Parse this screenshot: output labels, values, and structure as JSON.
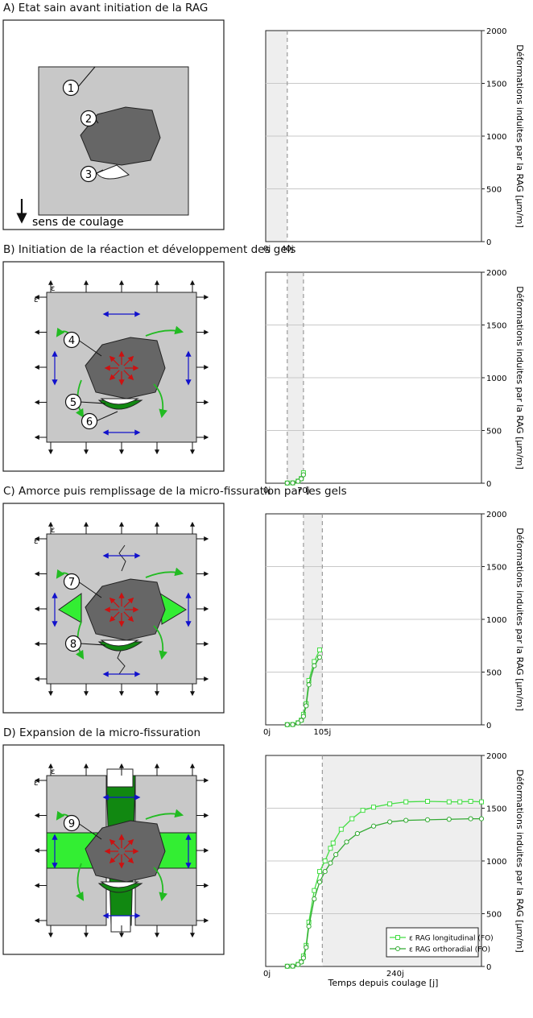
{
  "panels": [
    {
      "title": "A) Etat sain avant initiation de la RAG",
      "flow_label": "sens de coulage",
      "callouts": [
        "1",
        "2",
        "3"
      ],
      "shade": [
        0,
        40
      ],
      "ticks": [
        "0j",
        "40j"
      ],
      "series_long": [],
      "series_orth": []
    },
    {
      "title": "B) Initiation de la réaction et développement des gels",
      "callouts": [
        "4",
        "5",
        "6"
      ],
      "shade": [
        40,
        70
      ],
      "ticks": [
        "0j",
        "70j"
      ],
      "series_long": [
        [
          40,
          2
        ],
        [
          50,
          3
        ],
        [
          60,
          20
        ],
        [
          66,
          45
        ],
        [
          70,
          100
        ]
      ],
      "series_orth": [
        [
          40,
          2
        ],
        [
          50,
          3
        ],
        [
          60,
          18
        ],
        [
          66,
          42
        ],
        [
          70,
          80
        ]
      ]
    },
    {
      "title": "C) Amorce puis remplissage de la micro-fissuration par les gels",
      "callouts": [
        "7",
        "8"
      ],
      "shade": [
        70,
        105
      ],
      "ticks": [
        "0j",
        "105j"
      ],
      "series_long": [
        [
          40,
          2
        ],
        [
          50,
          3
        ],
        [
          60,
          20
        ],
        [
          66,
          45
        ],
        [
          70,
          100
        ],
        [
          75,
          200
        ],
        [
          80,
          420
        ],
        [
          90,
          600
        ],
        [
          100,
          710
        ]
      ],
      "series_orth": [
        [
          40,
          2
        ],
        [
          50,
          3
        ],
        [
          60,
          18
        ],
        [
          66,
          42
        ],
        [
          70,
          80
        ],
        [
          75,
          180
        ],
        [
          80,
          380
        ],
        [
          90,
          560
        ],
        [
          100,
          640
        ]
      ]
    },
    {
      "title": "D) Expansion de la micro-fissuration",
      "callouts": [
        "9"
      ],
      "shade": [
        105,
        400
      ],
      "ticks": [
        "0j",
        "240j"
      ],
      "series_long": [
        [
          40,
          2
        ],
        [
          50,
          3
        ],
        [
          60,
          20
        ],
        [
          66,
          45
        ],
        [
          70,
          100
        ],
        [
          75,
          200
        ],
        [
          80,
          420
        ],
        [
          90,
          720
        ],
        [
          100,
          900
        ],
        [
          110,
          1000
        ],
        [
          120,
          1120
        ],
        [
          125,
          1170
        ],
        [
          140,
          1300
        ],
        [
          160,
          1400
        ],
        [
          180,
          1480
        ],
        [
          200,
          1510
        ],
        [
          230,
          1540
        ],
        [
          260,
          1560
        ],
        [
          300,
          1565
        ],
        [
          340,
          1560
        ],
        [
          360,
          1560
        ],
        [
          380,
          1565
        ],
        [
          400,
          1560
        ]
      ],
      "series_orth": [
        [
          40,
          2
        ],
        [
          50,
          3
        ],
        [
          60,
          18
        ],
        [
          66,
          42
        ],
        [
          70,
          80
        ],
        [
          75,
          180
        ],
        [
          80,
          380
        ],
        [
          90,
          640
        ],
        [
          100,
          800
        ],
        [
          110,
          900
        ],
        [
          120,
          980
        ],
        [
          130,
          1060
        ],
        [
          150,
          1180
        ],
        [
          170,
          1260
        ],
        [
          200,
          1330
        ],
        [
          230,
          1370
        ],
        [
          260,
          1385
        ],
        [
          300,
          1390
        ],
        [
          340,
          1395
        ],
        [
          380,
          1400
        ],
        [
          400,
          1400
        ]
      ]
    }
  ],
  "chart_data": {
    "type": "line",
    "title": "",
    "ylabel": "Déformations induites par la RAG [µm/m]",
    "xlabel": "Temps depuis coulage [j]",
    "ylim": [
      0,
      2000
    ],
    "xlim": [
      0,
      400
    ],
    "yticks": [
      "0",
      "500",
      "1000",
      "1500",
      "2000"
    ],
    "grid": true,
    "legend_position": "bottom-right",
    "series": [
      {
        "name": "ε RAG longitudinal (FO)",
        "marker": "square",
        "color": "#44dd44"
      },
      {
        "name": "ε RAG orthoradial (FO)",
        "marker": "circle",
        "color": "#33aa33"
      }
    ]
  },
  "colors": {
    "concrete": "#c8c8c8",
    "aggregate": "#666666",
    "gel_light": "#33ee33",
    "gel_dark": "#118811",
    "arrow_red": "#cc1111",
    "arrow_blue": "#1111cc",
    "arrow_green": "#22bb22"
  }
}
